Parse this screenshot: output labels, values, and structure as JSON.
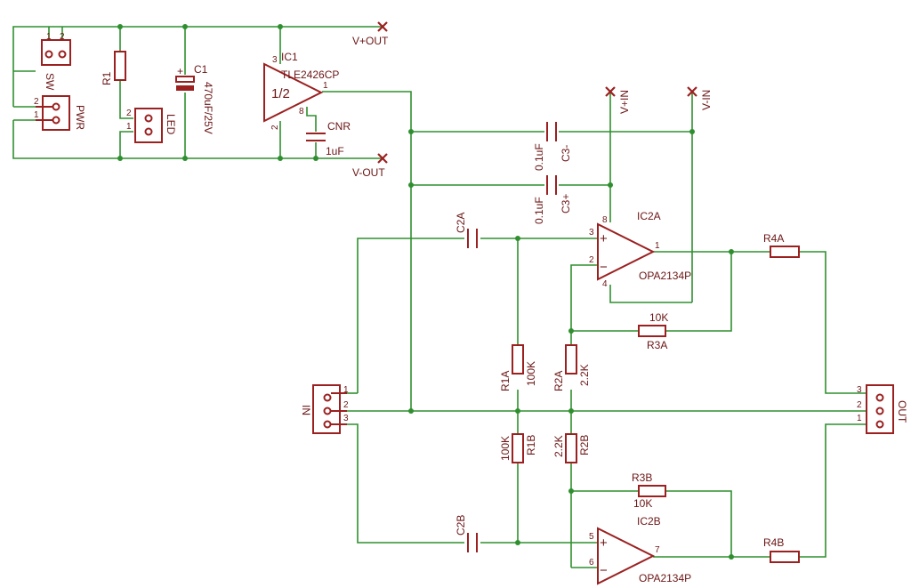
{
  "supply": {
    "v_plus_out": "V+OUT",
    "v_minus_out": "V-OUT",
    "v_plus_in": "V+IN",
    "v_minus_in": "V-IN"
  },
  "parts": {
    "sw": "SW",
    "pwr": "PWR",
    "r1": "R1",
    "led": "LED",
    "c1": "C1",
    "c1_value": "470uF/25V",
    "c1_polarity": "+",
    "ic1": "IC1",
    "ic1_value": "TLE2426CP",
    "ic1_body": "1/2",
    "cnr": "CNR",
    "cnr_value": "1uF",
    "c3_minus": "C3-",
    "c3_minus_value": "0.1uF",
    "c3_plus": "C3+",
    "c3_plus_value": "0.1uF",
    "c2a": "C2A",
    "c2b": "C2B",
    "ic2a": "IC2A",
    "ic2a_value": "OPA2134P",
    "ic2b": "IC2B",
    "ic2b_value": "OPA2134P",
    "r4a": "R4A",
    "r4b": "R4B",
    "r3a": "R3A",
    "r3a_value": "10K",
    "r3b": "R3B",
    "r3b_value": "10K",
    "r1a": "R1A",
    "r1a_value": "100K",
    "r1b": "R1B",
    "r1b_value": "100K",
    "r2a": "R2A",
    "r2a_value": "2.2K",
    "r2b": "R2B",
    "r2b_value": "2.2K",
    "in": "IN",
    "out": "OUT"
  },
  "pins": {
    "one": "1",
    "two": "2",
    "three": "3",
    "four": "4",
    "five": "5",
    "six": "6",
    "seven": "7",
    "eight": "8",
    "plus": "+",
    "minus": "−"
  }
}
